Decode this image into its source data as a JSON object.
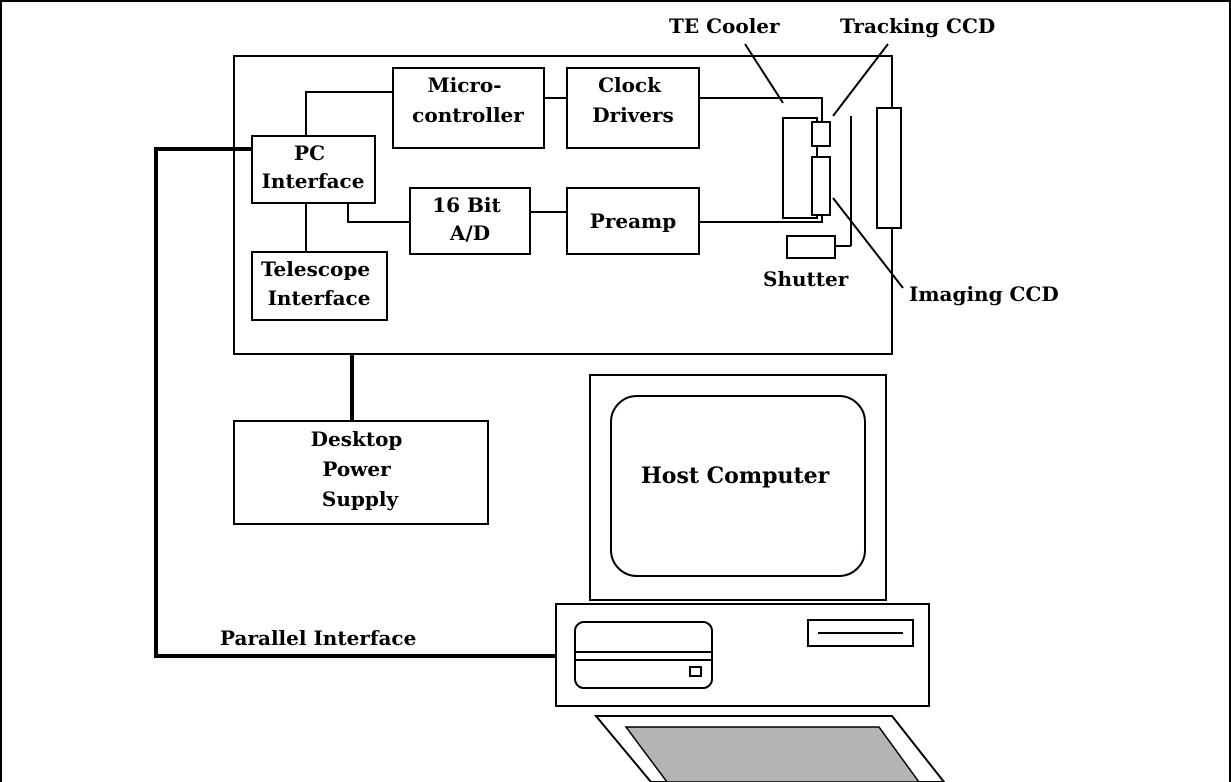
{
  "diagram": {
    "labels": {
      "te_cooler": "TE Cooler",
      "tracking_ccd": "Tracking CCD",
      "imaging_ccd": "Imaging CCD",
      "shutter": "Shutter",
      "parallel_interface": "Parallel Interface",
      "host_computer": "Host Computer"
    },
    "blocks": {
      "microcontroller": [
        "Micro-",
        "controller"
      ],
      "clock_drivers": [
        "Clock",
        "Drivers"
      ],
      "pc_interface": [
        "PC",
        "Interface"
      ],
      "ad_converter": [
        "16 Bit",
        "A/D"
      ],
      "preamp": [
        "Preamp"
      ],
      "telescope_interface": [
        "Telescope",
        "Interface"
      ],
      "power_supply": [
        "Desktop",
        "Power",
        "Supply"
      ]
    }
  }
}
